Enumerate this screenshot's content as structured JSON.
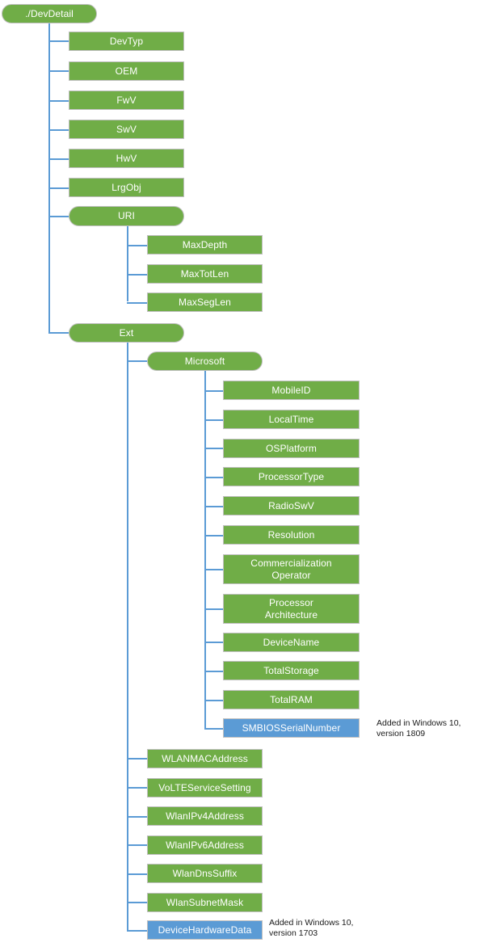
{
  "diagram": {
    "title": "./DevDetail",
    "palette": {
      "green": "#70ad47",
      "blue": "#5b9bd5",
      "connector": "#5b9bd5",
      "border": "#bfbfbf",
      "text_on_node": "#ffffff",
      "note_text": "#1a1a1a",
      "background": "#ffffff"
    },
    "root": {
      "label": "./DevDetail",
      "shape": "pill",
      "color": "green"
    },
    "level1": [
      {
        "label": "DevTyp",
        "shape": "rect",
        "color": "green"
      },
      {
        "label": "OEM",
        "shape": "rect",
        "color": "green"
      },
      {
        "label": "FwV",
        "shape": "rect",
        "color": "green"
      },
      {
        "label": "SwV",
        "shape": "rect",
        "color": "green"
      },
      {
        "label": "HwV",
        "shape": "rect",
        "color": "green"
      },
      {
        "label": "LrgObj",
        "shape": "rect",
        "color": "green"
      },
      {
        "label": "URI",
        "shape": "pill",
        "color": "green"
      },
      {
        "label": "Ext",
        "shape": "pill",
        "color": "green"
      }
    ],
    "uri_children": [
      {
        "label": "MaxDepth",
        "shape": "rect",
        "color": "green"
      },
      {
        "label": "MaxTotLen",
        "shape": "rect",
        "color": "green"
      },
      {
        "label": "MaxSegLen",
        "shape": "rect",
        "color": "green"
      }
    ],
    "ext_children": [
      {
        "label": "Microsoft",
        "shape": "pill",
        "color": "green"
      },
      {
        "label": "WLANMACAddress",
        "shape": "rect",
        "color": "green"
      },
      {
        "label": "VoLTEServiceSetting",
        "shape": "rect",
        "color": "green"
      },
      {
        "label": "WlanIPv4Address",
        "shape": "rect",
        "color": "green"
      },
      {
        "label": "WlanIPv6Address",
        "shape": "rect",
        "color": "green"
      },
      {
        "label": "WlanDnsSuffix",
        "shape": "rect",
        "color": "green"
      },
      {
        "label": "WlanSubnetMask",
        "shape": "rect",
        "color": "green"
      },
      {
        "label": "DeviceHardwareData",
        "shape": "rect",
        "color": "blue"
      }
    ],
    "microsoft_children": [
      {
        "label": "MobileID",
        "shape": "rect",
        "color": "green",
        "lines": 1
      },
      {
        "label": "LocalTime",
        "shape": "rect",
        "color": "green",
        "lines": 1
      },
      {
        "label": "OSPlatform",
        "shape": "rect",
        "color": "green",
        "lines": 1
      },
      {
        "label": "ProcessorType",
        "shape": "rect",
        "color": "green",
        "lines": 1
      },
      {
        "label": "RadioSwV",
        "shape": "rect",
        "color": "green",
        "lines": 1
      },
      {
        "label": "Resolution",
        "shape": "rect",
        "color": "green",
        "lines": 1
      },
      {
        "label": "Commercialization\nOperator",
        "shape": "rect",
        "color": "green",
        "lines": 2
      },
      {
        "label": "Processor\nArchitecture",
        "shape": "rect",
        "color": "green",
        "lines": 2
      },
      {
        "label": "DeviceName",
        "shape": "rect",
        "color": "green",
        "lines": 1
      },
      {
        "label": "TotalStorage",
        "shape": "rect",
        "color": "green",
        "lines": 1
      },
      {
        "label": "TotalRAM",
        "shape": "rect",
        "color": "green",
        "lines": 1
      },
      {
        "label": "SMBIOSSerialNumber",
        "shape": "rect",
        "color": "blue",
        "lines": 1
      }
    ],
    "annotations": [
      {
        "text": "Added in Windows 10,\nversion 1809",
        "target": "SMBIOSSerialNumber"
      },
      {
        "text": "Added in Windows 10,\nversion 1703",
        "target": "DeviceHardwareData"
      }
    ]
  }
}
